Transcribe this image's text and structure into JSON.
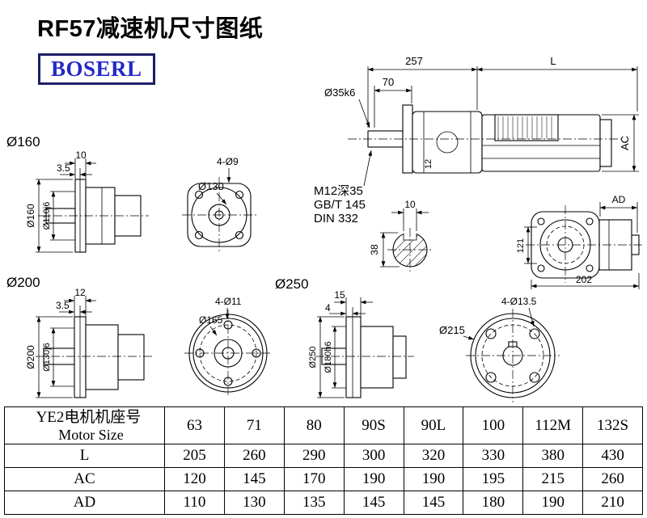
{
  "page": {
    "title": "RF57减速机尺寸图纸",
    "logo": "BOSERL"
  },
  "main": {
    "dim_257": "257",
    "dim_l": "L",
    "dim_70": "70",
    "shaft_dia": "Ø35k6",
    "dim_ac": "AC",
    "dim_12": "12",
    "note_tap": "M12深35",
    "note_gb": "GB/T 145",
    "note_din": "DIN 332"
  },
  "f160": {
    "label": "Ø160",
    "dim_10": "10",
    "dim_35": "3.5",
    "od": "Ø160",
    "spigot": "Ø110j6"
  },
  "f130": {
    "label": "Ø130",
    "holes": "4-Ø9"
  },
  "keyway": {
    "width": "10",
    "dia": "38"
  },
  "sideview": {
    "dim_ad": "AD",
    "dim_121": "121",
    "dim_202": "202"
  },
  "f200": {
    "label": "Ø200",
    "dim_12": "12",
    "dim_35": "3.5",
    "od": "Ø200",
    "spigot": "Ø130j6"
  },
  "f165": {
    "label": "Ø250",
    "holes": "4-Ø11",
    "od": "Ø165"
  },
  "f250": {
    "dim_15": "15",
    "dim_4": "4",
    "od": "Ø250",
    "spigot": "Ø180h6"
  },
  "f215": {
    "holes": "4-Ø13.5",
    "od": "Ø215"
  },
  "table": {
    "header_cn": "YE2电机机座号",
    "header_en": "Motor Size",
    "sizes": [
      "63",
      "71",
      "80",
      "90S",
      "90L",
      "100",
      "112M",
      "132S"
    ],
    "rows": [
      {
        "label": "L",
        "values": [
          "205",
          "260",
          "290",
          "300",
          "320",
          "330",
          "380",
          "430"
        ]
      },
      {
        "label": "AC",
        "values": [
          "120",
          "145",
          "170",
          "190",
          "190",
          "195",
          "215",
          "260"
        ]
      },
      {
        "label": "AD",
        "values": [
          "110",
          "130",
          "135",
          "145",
          "145",
          "180",
          "190",
          "210"
        ]
      }
    ]
  }
}
